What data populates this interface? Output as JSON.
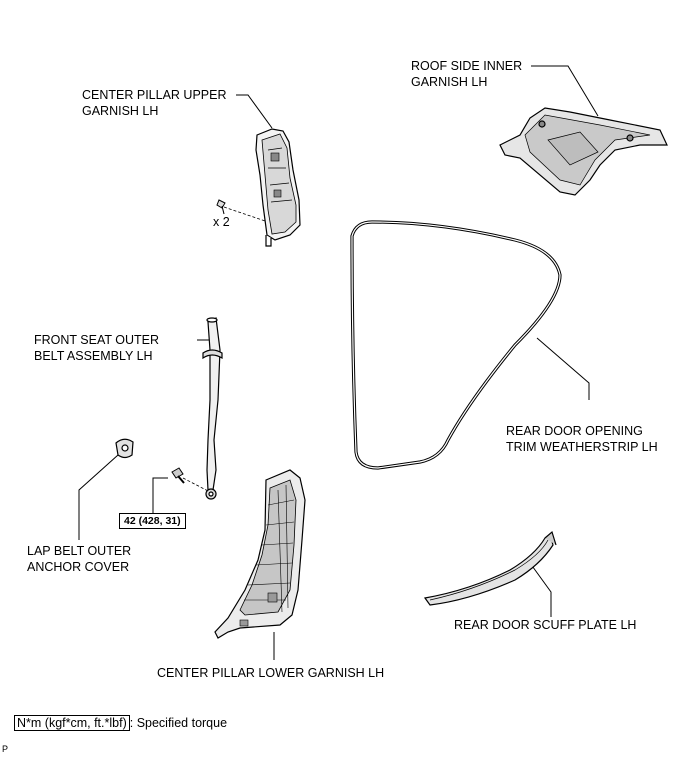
{
  "labels": {
    "center_pillar_upper": [
      "CENTER PILLAR UPPER",
      "GARNISH LH"
    ],
    "roof_side_inner": [
      "ROOF SIDE INNER",
      "GARNISH LH"
    ],
    "quantity": "x 2",
    "front_seat_belt": [
      "FRONT SEAT OUTER",
      "BELT ASSEMBLY LH"
    ],
    "rear_door_weatherstrip": [
      "REAR DOOR OPENING",
      "TRIM WEATHERSTRIP LH"
    ],
    "lap_belt_cover": [
      "LAP BELT OUTER",
      "ANCHOR COVER"
    ],
    "rear_door_scuff": "REAR DOOR SCUFF PLATE LH",
    "center_pillar_lower": "CENTER PILLAR LOWER GARNISH LH"
  },
  "torque_value": "42 (428, 31)",
  "legend": {
    "box_text": "N*m (kgf*cm, ft.*lbf)",
    "description": ": Specified torque"
  },
  "corner_mark": "P"
}
